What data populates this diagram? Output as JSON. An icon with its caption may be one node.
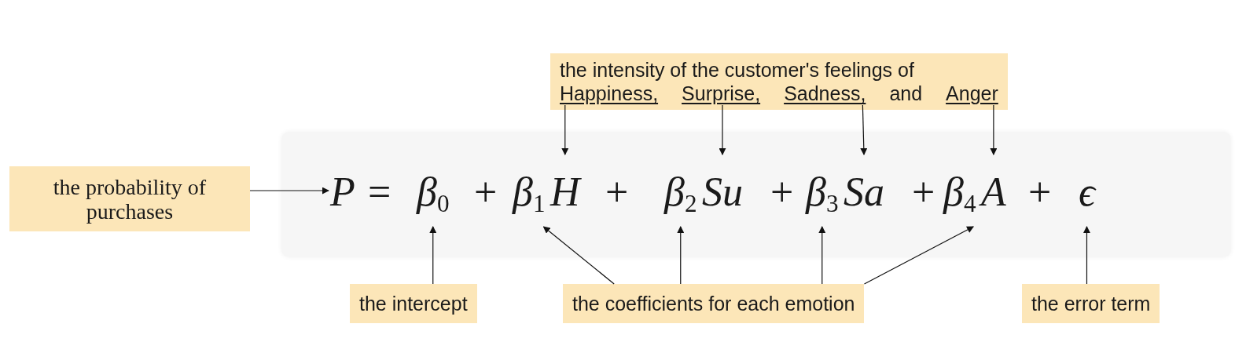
{
  "diagram": {
    "nodes": [
      {
        "text": [
          "the intensity of the customer's feelings of"
        ]
      },
      {
        "text": [
          "Happiness,"
        ],
        "in": 0
      },
      {
        "text": [
          "Surprise,"
        ],
        "in": 0
      },
      {
        "text": [
          "Sadness,"
        ],
        "in": 0
      },
      {
        "text": [
          "Anger"
        ],
        "in": 0
      },
      {
        "text": [
          "the probability of purchases"
        ]
      },
      {
        "text": [],
        "shape": "box"
      },
      {
        "text": [
          "P"
        ],
        "in": 6
      },
      {
        "text": [
          "β$_{0}$"
        ],
        "in": 6
      },
      {
        "text": [
          "β$_{1}$"
        ],
        "in": 6
      },
      {
        "text": [
          "H"
        ],
        "in": 6
      },
      {
        "text": [
          "β$_{2}$"
        ],
        "in": 6
      },
      {
        "text": [
          "Su"
        ],
        "in": 6
      },
      {
        "text": [
          "β$_{3}$"
        ],
        "in": 6
      },
      {
        "text": [
          "Sa"
        ],
        "in": 6
      },
      {
        "text": [
          "β$_{4}$"
        ],
        "in": 6
      },
      {
        "text": [
          "A"
        ],
        "in": 6
      },
      {
        "text": [
          "ϵ"
        ],
        "in": 6
      },
      {
        "text": [
          "the intercept"
        ]
      },
      {
        "text": [
          "the coefficients for each emotion"
        ]
      },
      {
        "text": [
          "the error term"
        ]
      }
    ],
    "edges": [
      {
        "from": 1,
        "to": 10,
        "arrow": "to"
      },
      {
        "from": 2,
        "to": 12,
        "arrow": "to"
      },
      {
        "from": 3,
        "to": 14,
        "arrow": "to"
      },
      {
        "from": 4,
        "to": 16,
        "arrow": "to"
      },
      {
        "from": 5,
        "to": 7,
        "arrow": "to"
      },
      {
        "from": 18,
        "to": 8,
        "arrow": "to"
      },
      {
        "from": 19,
        "to": 9,
        "arrow": "to"
      },
      {
        "from": 19,
        "to": 11,
        "arrow": "to"
      },
      {
        "from": 19,
        "to": 13,
        "arrow": "to"
      },
      {
        "from": 19,
        "to": 15,
        "arrow": "to"
      },
      {
        "from": 20,
        "to": 17,
        "arrow": "to"
      }
    ],
    "labels": [
      "=",
      "+",
      "+",
      "+",
      "+",
      "+",
      "and"
    ]
  }
}
